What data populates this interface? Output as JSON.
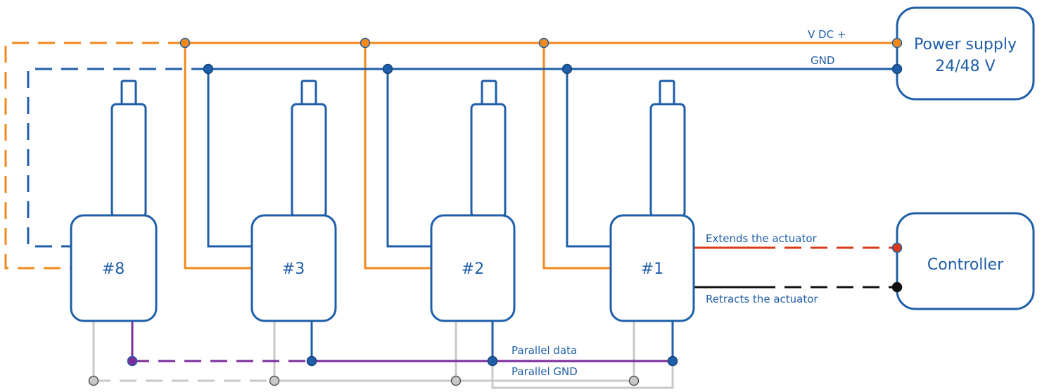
{
  "colors": {
    "outline": "#1f5ea8",
    "vdc": "#f08a1c",
    "gnd": "#1f5ea8",
    "extend": "#d63a17",
    "retract": "#111111",
    "parallel_data": "#7b2d9a",
    "parallel_gnd": "#c8c8c8"
  },
  "power_supply": {
    "line1": "Power supply",
    "line2": "24/48 V"
  },
  "controller": {
    "label": "Controller"
  },
  "wires": {
    "vdc": "V DC +",
    "gnd": "GND",
    "extend": "Extends the actuator",
    "retract": "Retracts the actuator",
    "parallel_data": "Parallel data",
    "parallel_gnd": "Parallel GND"
  },
  "actuators": [
    {
      "label": "#8"
    },
    {
      "label": "#3"
    },
    {
      "label": "#2"
    },
    {
      "label": "#1"
    }
  ]
}
